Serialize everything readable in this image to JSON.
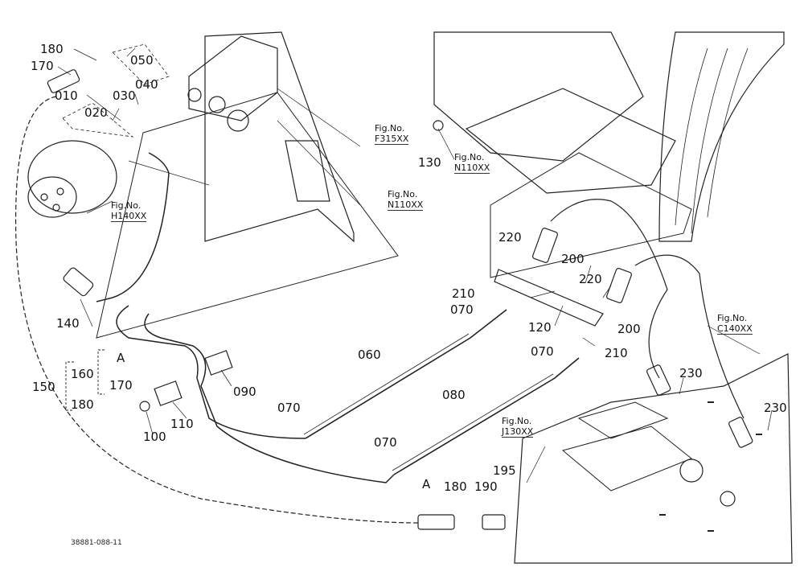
{
  "diagram_code": "38881-088-11",
  "part_labels": {
    "p010": "010",
    "p020": "020",
    "p030": "030",
    "p040": "040",
    "p050": "050",
    "p060": "060",
    "p070a": "070",
    "p070b": "070",
    "p070c": "070",
    "p070d": "070",
    "p080": "080",
    "p090": "090",
    "p100": "100",
    "p110": "110",
    "p120": "120",
    "p130": "130",
    "p140": "140",
    "p150": "150",
    "p160": "160",
    "p170a": "170",
    "p170b": "170",
    "p180a": "180",
    "p180b": "180",
    "p180c": "180",
    "p190": "190",
    "p195": "195",
    "p200a": "200",
    "p200b": "200",
    "p210a": "210",
    "p210b": "210",
    "p220a": "220",
    "p220b": "220",
    "p230a": "230",
    "p230b": "230",
    "pA1": "A",
    "pA2": "A"
  },
  "figure_refs": {
    "fig_label": "Fig.No.",
    "f315": "F315XX",
    "n110a": "N110XX",
    "n110b": "N110XX",
    "h140": "H140XX",
    "c140": "C140XX",
    "j130": "J130XX"
  }
}
